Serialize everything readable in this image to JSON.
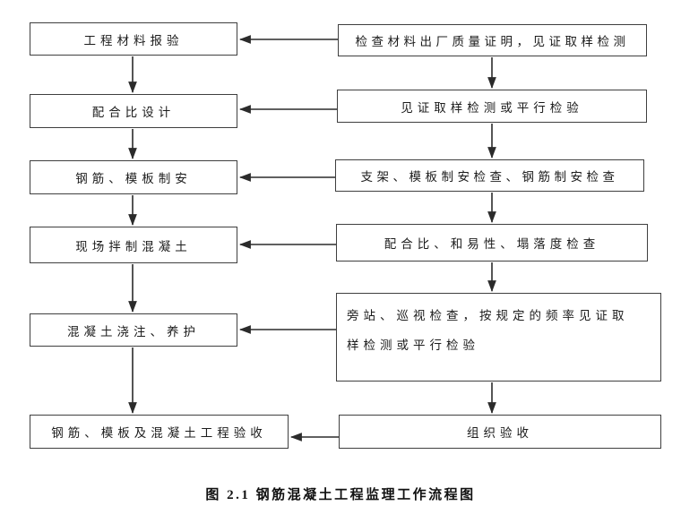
{
  "figure": {
    "caption": "图 2.1  钢筋混凝土工程监理工作流程图"
  },
  "flowchart": {
    "left_nodes": [
      {
        "label": "工程材料报验"
      },
      {
        "label": "配合比设计"
      },
      {
        "label": "钢筋、模板制安"
      },
      {
        "label": "现场拌制混凝土"
      },
      {
        "label": "混凝土浇注、养护"
      },
      {
        "label": "钢筋、模板及混凝土工程验收"
      }
    ],
    "right_nodes": [
      {
        "label": "检查材料出厂质量证明，见证取样检测"
      },
      {
        "label": "见证取样检测或平行检验"
      },
      {
        "label": "支架、模板制安检查、钢筋制安检查"
      },
      {
        "label": "配合比、和易性、塌落度检查"
      },
      {
        "label": "旁站、巡视检查，按规定的频率见证取\n样检测或平行检验"
      },
      {
        "label": "组织验收"
      }
    ],
    "edges": {
      "left_column_flow": "top-to-bottom",
      "right_column_flow": "top-to-bottom",
      "cross_links": "each right node points left into the matching left node"
    },
    "colors": {
      "line": "#2b2b2b",
      "border": "#3f3f3f",
      "text": "#1c1c1c",
      "background": "#ffffff"
    }
  }
}
